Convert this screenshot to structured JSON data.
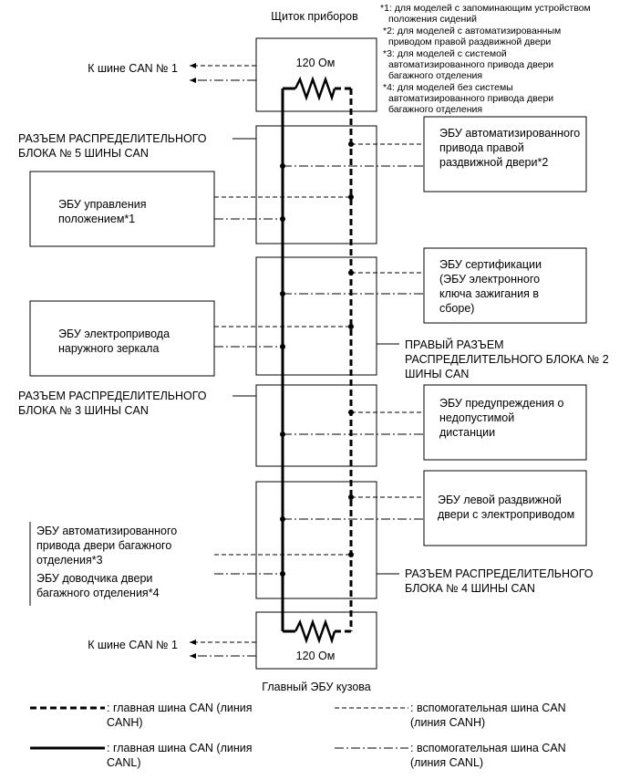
{
  "title": "Щиток приборов",
  "footnotes": [
    [
      "*1: для моделей с запоминающим устройством",
      "положения сидений"
    ],
    [
      "*2: для моделей с автоматизированным",
      "приводом правой раздвижной двери"
    ],
    [
      "*3: для моделей с системой",
      "автоматизированного привода двери",
      "багажного отделения"
    ],
    [
      "*4: для моделей без системы",
      "автоматизированного привода двери",
      "багажного отделения"
    ]
  ],
  "resistor_label": "120 Ом",
  "can_bus_top": "К шине CAN № 1",
  "can_bus_bottom": "К шине CAN № 1",
  "bottom_box_label": "Главный ЭБУ кузова",
  "connectors": {
    "j5": [
      "РАЗЪЕМ РАСПРЕДЕЛИТЕЛЬНОГО",
      "БЛОКА № 5 ШИНЫ CAN"
    ],
    "j2": [
      "ПРАВЫЙ РАЗЪЕМ",
      "РАСПРЕДЕЛИТЕЛЬНОГО БЛОКА № 2",
      "ШИНЫ CAN"
    ],
    "j3": [
      "РАЗЪЕМ РАСПРЕДЕЛИТЕЛЬНОГО",
      "БЛОКА № 3 ШИНЫ CAN"
    ],
    "j4": [
      "РАЗЪЕМ РАСПРЕДЕЛИТЕЛЬНОГО",
      "БЛОКА № 4 ШИНЫ CAN"
    ]
  },
  "ecus": {
    "sliding_door_right": [
      "ЭБУ автоматизированного",
      "привода правой",
      "раздвижной двери*2"
    ],
    "position": [
      "ЭБУ управления",
      "положением*1"
    ],
    "certification": [
      "ЭБУ сертификации",
      "(ЭБУ электронного",
      "ключа зажигания в",
      "сборе)"
    ],
    "mirror": [
      "ЭБУ электропривода",
      "наружного зеркала"
    ],
    "distance_warning": [
      "ЭБУ предупреждения о",
      "недопустимой",
      "дистанции"
    ],
    "sliding_door_left": [
      "ЭБУ левой раздвижной",
      "двери с электроприводом"
    ],
    "tailgate_auto": [
      "ЭБУ автоматизированного",
      "привода двери багажного",
      "отделения*3"
    ],
    "tailgate_closer": [
      "ЭБУ доводчика двери",
      "багажного отделения*4"
    ]
  },
  "legend": [
    {
      "style": "main-canh",
      "text": [
        ": главная шина CAN (линия",
        "CANH)"
      ]
    },
    {
      "style": "sub-canh",
      "text": [
        ": вспомогательная шина CAN",
        "(линия CANH)"
      ]
    },
    {
      "style": "main-canl",
      "text": [
        ": главная шина CAN (линия",
        "CANL)"
      ]
    },
    {
      "style": "sub-canl",
      "text": [
        ": вспомогательная шина CAN",
        "(линия CANL)"
      ]
    }
  ]
}
